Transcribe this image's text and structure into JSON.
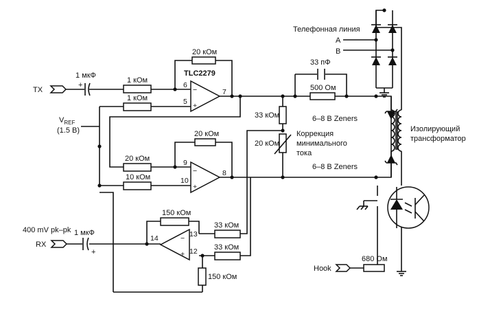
{
  "labels": {
    "phone_line": "Телефонная линия",
    "line_a": "A",
    "line_b": "B",
    "cap_33pf": "33 пФ",
    "res_500": "500 Ом",
    "opamp": "TLC2279",
    "res_20k_top": "20 кОм",
    "res_20k_mid": "20 кОм",
    "res_20k_in": "20 кОм",
    "res_1k_tx": "1 кОм",
    "res_1k_vref": "1 кОм",
    "res_10k": "10 кОм",
    "res_33k_div": "33 кОм",
    "res_20k_var": "20 кОм",
    "res_150k_fb": "150 кОм",
    "res_150k_gnd": "150 кОм",
    "res_33k_a": "33 кОм",
    "res_33k_b": "33 кОм",
    "res_680": "680 Ом",
    "cap_tx": "1 мкФ",
    "cap_rx": "1 мкФ",
    "tx": "TX",
    "rx": "RX",
    "hook": "Hook",
    "vref_v": "V",
    "vref_sub": "REF",
    "vref_val": "(1.5 В)",
    "rx_level": "400 mV pk–pk",
    "zeners1": "6–8 В Zeners",
    "zeners2": "6–8 В Zeners",
    "correction1": "Коррекция",
    "correction2": "минимального",
    "correction3": "тока",
    "transformer1": "Изолирующий",
    "transformer2": "трансформатор",
    "pin6": "6",
    "pin5": "5",
    "pin7": "7",
    "pin9": "9",
    "pin10": "10",
    "pin8": "8",
    "pin13": "13",
    "pin12": "12",
    "pin14": "14",
    "minus": "−",
    "plus": "+",
    "cap_plus_tx": "+",
    "cap_plus_rx": "+"
  }
}
